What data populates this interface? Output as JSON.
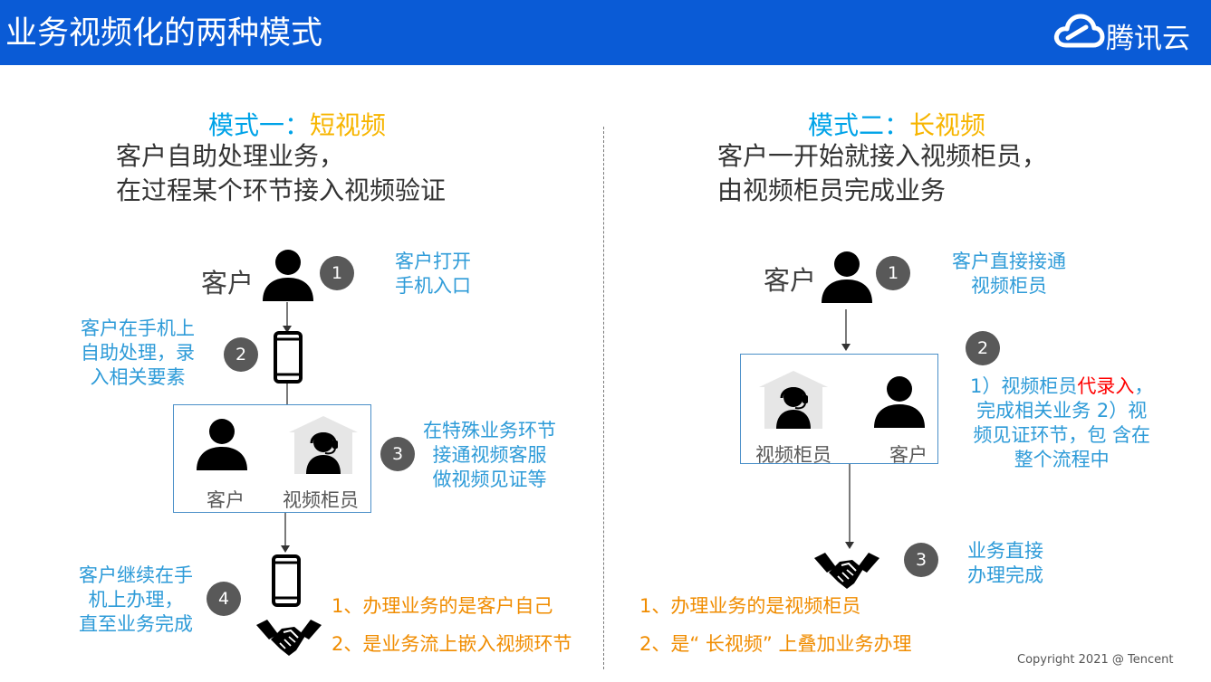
{
  "header": {
    "title": "业务视频化的两种模式",
    "logo_text": "腾讯云"
  },
  "left": {
    "mode_prefix": "模式一：",
    "mode_name": "短视频",
    "desc_line1": "客户自助处理业务，",
    "desc_line2": "在过程某个环节接入视频验证",
    "customer_label": "客户",
    "step1": "1",
    "step1_note": [
      "客户打开",
      "手机入口"
    ],
    "step2": "2",
    "step2_note": [
      "客户在手机上",
      "自助处理，录",
      "入相关要素"
    ],
    "box_customer": "客户",
    "box_teller": "视频柜员",
    "step3": "3",
    "step3_note": [
      "在特殊业务环节",
      "接通视频客服",
      "做视频见证等"
    ],
    "step4": "4",
    "step4_note": [
      "客户继续在手",
      "机上办理，",
      "直至业务完成"
    ],
    "summary1": "1、办理业务的是客户自己",
    "summary2": "2、是业务流上嵌入视频环节"
  },
  "right": {
    "mode_prefix": "模式二：",
    "mode_name": "长视频",
    "desc_line1": "客户一开始就接入视频柜员，",
    "desc_line2": "由视频柜员完成业务",
    "customer_label": "客户",
    "step1": "1",
    "step1_note": [
      "客户直接接通",
      "视频柜员"
    ],
    "step2": "2",
    "step2_note_a": "1）视频柜员",
    "step2_note_red": "代录入",
    "step2_note_b": "，",
    "step2_note_rest": [
      "完成相关业务 2）视",
      "频见证环节，包 含在",
      "整个流程中"
    ],
    "box_teller": "视频柜员",
    "box_customer": "客户",
    "step3": "3",
    "step3_note": [
      "业务直接",
      "办理完成"
    ],
    "summary1": "1、办理业务的是视频柜员",
    "summary2": "2、是“ 长视频” 上叠加业务办理"
  },
  "footer": {
    "copyright": "Copyright 2021 @ Tencent"
  },
  "colors": {
    "header_bg": "#0a5bd6",
    "mode_blue": "#00a3e8",
    "mode_yellow": "#f7b500",
    "note_blue": "#2e9bd8",
    "summary_orange": "#f08c00",
    "badge_gray": "#595959",
    "highlight_red": "#ff0000"
  }
}
